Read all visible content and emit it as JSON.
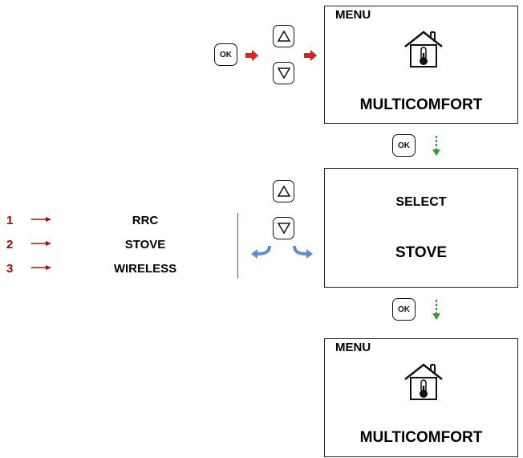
{
  "top_sequence": {
    "ok_label": "OK",
    "up_icon": "triangle-up-icon",
    "down_icon": "triangle-down-icon",
    "flow_color": "#e02020"
  },
  "screen_1": {
    "menu_label": "MENU",
    "title": "MULTICOMFORT",
    "icon": "house-thermometer-icon"
  },
  "step_1": {
    "ok_label": "OK",
    "arrow_color": "#2ca02c"
  },
  "screen_2": {
    "header": "SELECT",
    "value": "STOVE"
  },
  "options": [
    {
      "number": "1",
      "name": "RRC"
    },
    {
      "number": "2",
      "name": "STOVE"
    },
    {
      "number": "3",
      "name": "WIRELESS"
    }
  ],
  "option_arrow_color": "#c00000",
  "scroll_arrow_color": "#5b8fd0",
  "step_2": {
    "ok_label": "OK",
    "arrow_color": "#2ca02c"
  },
  "screen_3": {
    "menu_label": "MENU",
    "title": "MULTICOMFORT",
    "icon": "house-thermometer-icon"
  }
}
